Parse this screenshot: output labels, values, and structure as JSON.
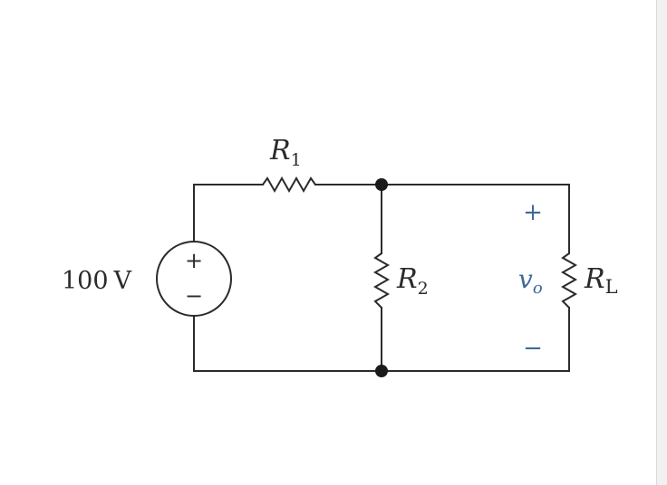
{
  "source": {
    "voltage_value": "100",
    "voltage_unit": "V",
    "plus_sign": "+",
    "minus_sign": "−"
  },
  "resistors": {
    "r1": {
      "letter": "R",
      "subscript": "1"
    },
    "r2": {
      "letter": "R",
      "subscript": "2"
    },
    "rl": {
      "letter": "R",
      "subscript": "L"
    }
  },
  "output": {
    "letter": "v",
    "subscript": "o",
    "plus_sign": "+",
    "minus_sign": "−"
  },
  "colors": {
    "wire": "#2b2b2b",
    "output_polarity": "#3f6a99"
  }
}
